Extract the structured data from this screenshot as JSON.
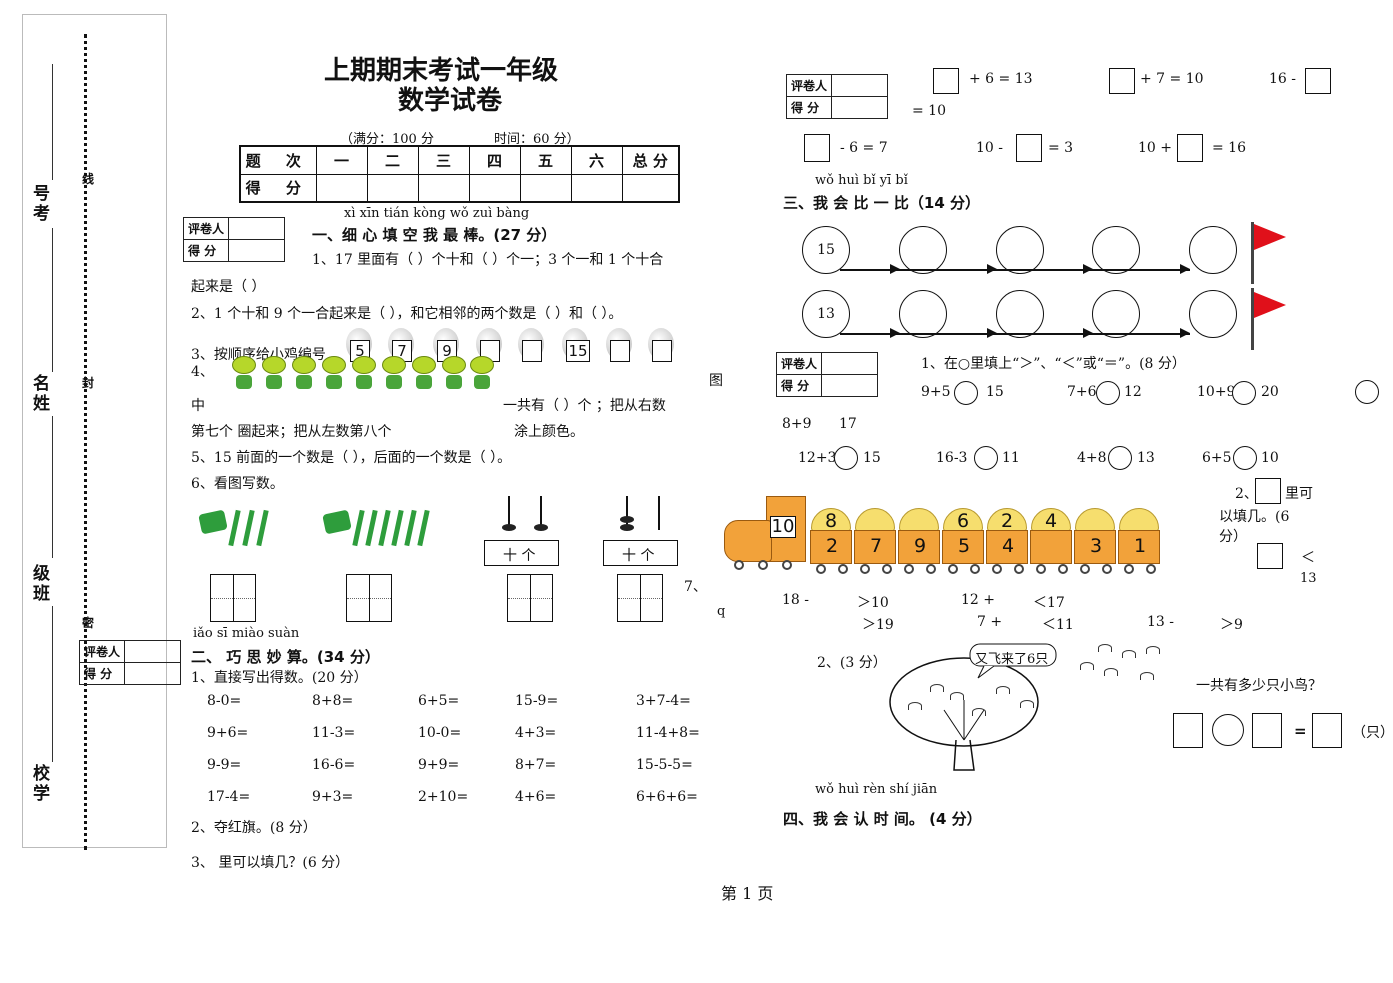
{
  "sidebar": {
    "labels": [
      "号考",
      "名姓",
      "级班",
      "校学"
    ],
    "cut_labels": [
      "线",
      "封",
      "密"
    ],
    "grader": {
      "row1": "评卷人",
      "row2": "得 分"
    }
  },
  "header": {
    "title1": "上期期末考试一年级",
    "title2": "数学试卷",
    "full_marks": "（满分：100 分",
    "time": "时间：60 分）"
  },
  "score_table": {
    "row1": [
      "题 次",
      "一",
      "二",
      "三",
      "四",
      "五",
      "六",
      "总 分"
    ],
    "row2": [
      "得 分",
      "",
      "",
      "",
      "",
      "",
      "",
      ""
    ]
  },
  "grader_box": {
    "row1": "评卷人",
    "row2": "得 分"
  },
  "section1": {
    "pinyin": "xì xīn tián kòng wǒ zuì bàng",
    "heading": "一、细  心  填  空 我  最  棒。(27 分）",
    "q1a": "1、17 里面有（  ）个十和（  ）个一；3 个一和 1 个十合",
    "q1b": "起来是（    ）",
    "q2": "2、1 个十和 9 个一合起来是（    ），和它相邻的两个数是（    ）和（    ）。",
    "q3": "3、按顺序给小鸡编号",
    "egg_numbers": [
      "5",
      "7",
      "9",
      "",
      "",
      "15",
      "",
      ""
    ],
    "q4a": "4、",
    "q4b": "图",
    "q4c": "中",
    "q4d": "一共有（  ）个  ；把从右数",
    "q4e": "第七个   圈起来；把从左数第八个",
    "q4f": "涂上颜色。",
    "q5": "5、15 前面的一个数是（     ），后面的一个数是（      ）。",
    "q6": "6、看图写数。",
    "abacus_label": "十  个",
    "q7": "7、",
    "q7b": "q"
  },
  "section2": {
    "pinyin": "iǎo sī miào suàn",
    "heading": "二、 巧  思  妙   算。(34 分）",
    "q1": "1、直接写出得数。(20 分）",
    "calcs": [
      [
        "8-0=",
        "8+8=",
        "6+5=",
        "15-9=",
        "3+7-4="
      ],
      [
        "9+6=",
        "11-3=",
        "10-0=",
        "4+3=",
        "11-4+8="
      ],
      [
        "9-9=",
        "16-6=",
        "9+9=",
        "8+7=",
        "15-5-5="
      ],
      [
        "17-4=",
        "9+3=",
        "2+10=",
        "4+6=",
        "6+6+6="
      ]
    ],
    "q2": "2、夺红旗。(8 分）",
    "q3": "3、    里可以填几？(6 分）",
    "fill": {
      "r1": [
        "+ 6 = 13",
        "+ 7 = 10",
        "16 -",
        "= 10"
      ],
      "r2": [
        "- 6 = 7",
        "10 -",
        "= 3",
        "10 +",
        "= 16"
      ]
    },
    "flag_rows": [
      {
        "start": "15"
      },
      {
        "start": "13"
      }
    ]
  },
  "section3": {
    "pinyin": "wǒ  huì  bǐ   yī  bǐ",
    "heading": "三、我   会  比  一  比（14 分）",
    "q1": "1、在○里填上“＞”、“＜”或“＝”。(8 分）",
    "cmp_r1": [
      "9+5",
      "15",
      "7+6",
      "12",
      "10+9",
      "20"
    ],
    "cmp_r1b": [
      "8+9",
      "17"
    ],
    "cmp_r2": [
      "12+3",
      "15",
      "16-3",
      "11",
      "4+8",
      "13",
      "6+5",
      "10"
    ],
    "q2a": "2、",
    "q2b": "里可",
    "q2c": "以填几。(6",
    "q2d": "分）",
    "q2e": "＜",
    "q2f": "13",
    "train_engine": "10",
    "train_cars": [
      {
        "top": "8",
        "bottom": "2"
      },
      {
        "top": "",
        "bottom": "7"
      },
      {
        "top": "",
        "bottom": "9"
      },
      {
        "top": "6",
        "bottom": "5"
      },
      {
        "top": "2",
        "bottom": "4"
      },
      {
        "top": "4",
        "bottom": ""
      },
      {
        "top": "",
        "bottom": "3"
      },
      {
        "top": "",
        "bottom": "1"
      }
    ],
    "ineq_r1": [
      "18 -",
      "＞10",
      "12 +",
      "＜17"
    ],
    "ineq_r2": [
      "＞19",
      "7 +",
      "＜11",
      "13 -",
      "＞9"
    ],
    "q3": "2、(3 分）",
    "bubble": "又飞来了6只",
    "bird_q": "一共有多少只小鸟？",
    "eq": "=",
    "unit": "（只）"
  },
  "section4": {
    "pinyin": "wǒ  huì  rèn   shí   jiān",
    "heading": "四、我  会   认   时   间。  (4 分）"
  },
  "footer": {
    "page": "第 1 页"
  }
}
